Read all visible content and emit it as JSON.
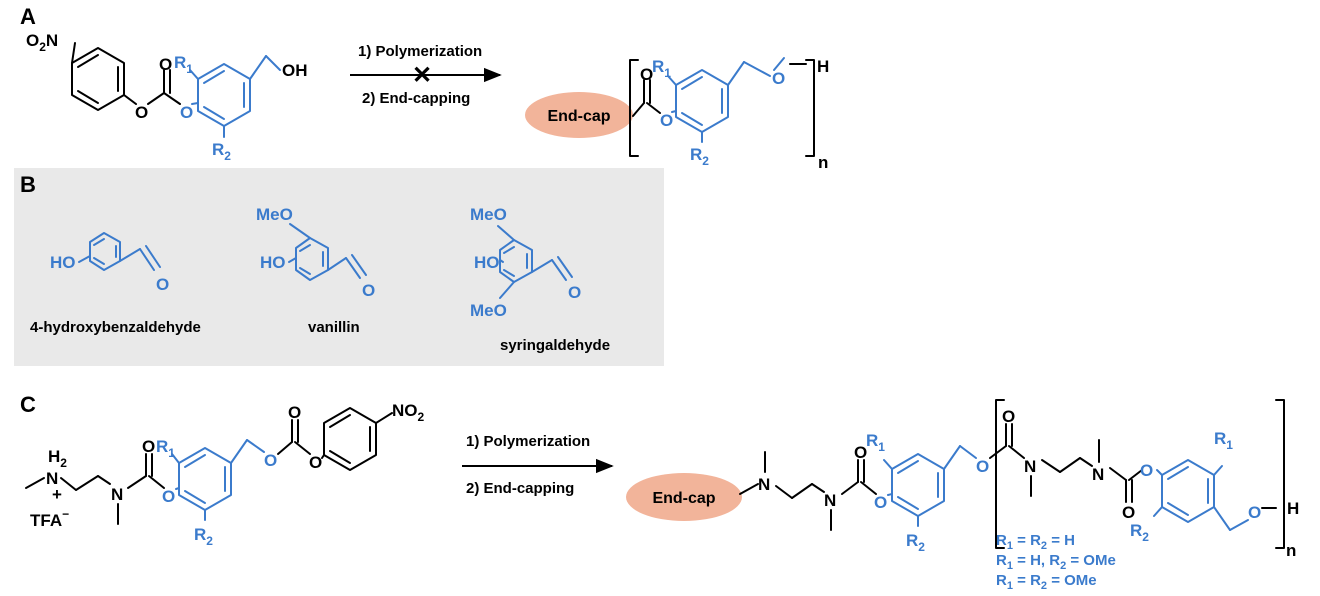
{
  "panels": {
    "a": "A",
    "b": "B",
    "c": "C"
  },
  "atoms": {
    "no2": "NO",
    "no2_sub": "2",
    "o2n": "O",
    "o2n_sub": "2",
    "o2n_n": "N",
    "o": "O",
    "oh": "OH",
    "ho": "HO",
    "meo": "MeO",
    "h": "H",
    "n": "N",
    "n_sub": "n",
    "r": "R",
    "sub1": "1",
    "sub2": "2",
    "tfa": "TFA",
    "minus": "−",
    "plus": "+",
    "h2": "H",
    "h2_sub": "2"
  },
  "steps": {
    "step1": "1) Polymerization",
    "step2": "2) End-capping",
    "blocked_mark": "✕"
  },
  "endcap": {
    "label": "End-cap",
    "color": "#f2b49a"
  },
  "compounds": [
    "4-hydroxybenzaldehyde",
    "vanillin",
    "syringaldehyde"
  ],
  "substituents": [
    {
      "r1": "R",
      "r1_sub": "1",
      "mid": " = R",
      "mid_sub": "2",
      "tail": " = H"
    },
    {
      "r1": "R",
      "r1_sub": "1",
      "mid": " = H, R",
      "mid_sub": "2",
      "tail": " = OMe"
    },
    {
      "r1": "R",
      "r1_sub": "1",
      "mid": " = R",
      "mid_sub": "2",
      "tail": " = OMe"
    }
  ],
  "colors": {
    "structure_blue": "#3b7bcc",
    "panel_b_background": "#e9e9e9"
  }
}
